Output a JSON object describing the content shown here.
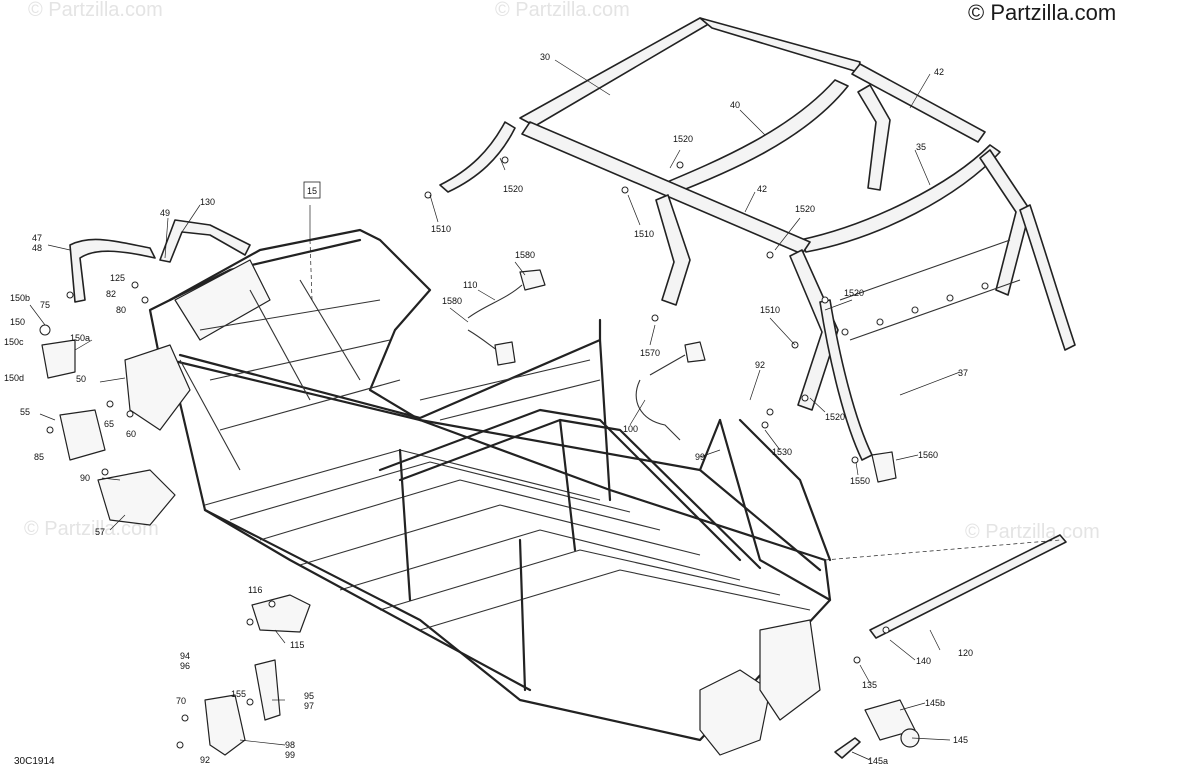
{
  "watermarks": {
    "copyright_top_right": "© Partzilla.com",
    "faded": "© Partzilla.com"
  },
  "diagram_code": "30C1914",
  "callouts": {
    "c15": "15",
    "c30": "30",
    "c35": "35",
    "c37": "37",
    "c40": "40",
    "c42a": "42",
    "c42b": "42",
    "c47_48": [
      "47",
      "48"
    ],
    "c49": "49",
    "c130": "130",
    "c125": "125",
    "c82": "82",
    "c80": "80",
    "c75": "75",
    "c150b": "150b",
    "c150": "150",
    "c150a": "150a",
    "c150c": "150c",
    "c150d": "150d",
    "c50": "50",
    "c55": "55",
    "c60": "60",
    "c65": "65",
    "c85": "85",
    "c90": "90",
    "c57": "57",
    "c1510a": "1510",
    "c1510b": "1510",
    "c1510c": "1510",
    "c1520a": "1520",
    "c1520b": "1520",
    "c1520c": "1520",
    "c1520d": "1520",
    "c1520e": "1520",
    "c1580a": "1580",
    "c1580b": "1580",
    "c110": "110",
    "c1570": "1570",
    "c100": "100",
    "c99a": "99",
    "c92a": "92",
    "c1530": "1530",
    "c1550": "1550",
    "c1560": "1560",
    "c116": "116",
    "c115": "115",
    "c94_96": [
      "94",
      "96"
    ],
    "c70": "70",
    "c155": "155",
    "c95_97": [
      "95",
      "97"
    ],
    "c98_99": [
      "98",
      "99"
    ],
    "c92b": "92",
    "c120": "120",
    "c140": "140",
    "c135": "135",
    "c145b": "145b",
    "c145": "145",
    "c145a": "145a"
  }
}
